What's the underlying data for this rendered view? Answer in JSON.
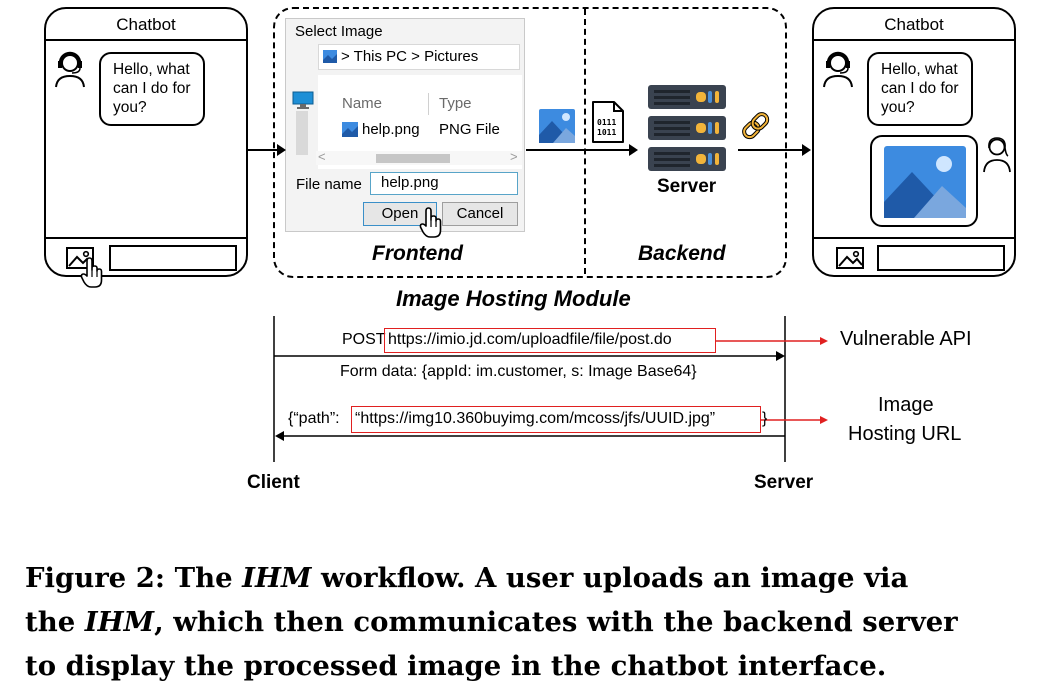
{
  "left_chatbot": {
    "title": "Chatbot",
    "bubble": [
      "Hello, what",
      "can I do for",
      "you?"
    ]
  },
  "right_chatbot": {
    "title": "Chatbot",
    "bubble": [
      "Hello, what",
      "can I do for",
      "you?"
    ]
  },
  "dialog": {
    "title": "Select Image",
    "path": "> This PC > Pictures",
    "col_name": "Name",
    "col_type": "Type",
    "file_name": "help.png",
    "file_type": "PNG File",
    "filename_label": "File name",
    "filename_value": "help.png",
    "open_label": "Open",
    "cancel_label": "Cancel"
  },
  "module": {
    "frontend": "Frontend",
    "backend": "Backend",
    "title": "Image Hosting Module",
    "server_label": "Server"
  },
  "binary": {
    "line1": "0111",
    "line2": "1011"
  },
  "sequence": {
    "post_method": "POST",
    "post_url": "https://imio.jd.com/uploadfile/file/post.do",
    "form_data": "Form data: {appId: im.customer, s: Image Base64}",
    "resp_prefix": "{“path”: ",
    "resp_url": "“https://img10.360buyimg.com/mcoss/jfs/UUID.jpg”",
    "resp_suffix": "}",
    "vulnerable_label": "Vulnerable API",
    "hosting_label_1": "Image",
    "hosting_label_2": "Hosting URL",
    "client_label": "Client",
    "server_label": "Server"
  },
  "caption": {
    "l1_a": "Figure 2: The ",
    "l1_b": "IHM",
    "l1_c": " workflow. A user uploads an image via",
    "l2_a": "the ",
    "l2_b": "IHM",
    "l2_c": ", which then communicates with the backend server",
    "l3": "to display the processed image in the chatbot interface."
  },
  "colors": {
    "red": "#e02020",
    "server": "#3a4350",
    "led": "#f2b43a",
    "blue": "#4a90d9"
  }
}
